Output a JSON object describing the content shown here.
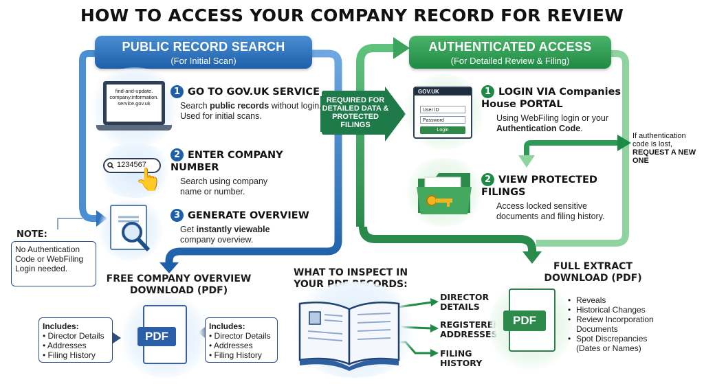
{
  "title": "HOW TO ACCESS YOUR COMPANY RECORD FOR REVIEW",
  "public": {
    "heading": "PUBLIC RECORD SEARCH",
    "subheading": "(For Initial Scan)",
    "steps": [
      {
        "num": "1",
        "title": "GO TO GOV.UK SERVICE",
        "desc_pre": "Search ",
        "desc_bold": "public records",
        "desc_post": " without login. Used for initial scans."
      },
      {
        "num": "2",
        "title": "ENTER COMPANY NUMBER",
        "desc_pre": "Search using company name or number.",
        "desc_bold": "",
        "desc_post": ""
      },
      {
        "num": "3",
        "title": "GENERATE OVERVIEW",
        "desc_pre": "Get ",
        "desc_bold": "instantly viewable",
        "desc_post": " company overview."
      }
    ],
    "laptop_url": "find-and-update. company.information. service.gov.uk",
    "search_value": "1234567",
    "note_title": "NOTE:",
    "note_text": "No Authentication Code or WebFiling Login needed.",
    "output_title": "FREE COMPANY OVERVIEW DOWNLOAD (PDF)",
    "includes_heading": "Includes:",
    "includes_items": [
      "Director Details",
      "Addresses",
      "Filing History"
    ],
    "pdf_label": "PDF"
  },
  "auth": {
    "heading": "AUTHENTICATED ACCESS",
    "subheading": "(For Detailed Review & Filing)",
    "required_text": "REQUIRED FOR DETAILED DATA & PROTECTED FILINGS",
    "steps": [
      {
        "num": "1",
        "title": "LOGIN VIA Companies House PORTAL",
        "desc_pre": "Using WebFiling login or your ",
        "desc_bold": "Authentication Code",
        "desc_post": "."
      },
      {
        "num": "2",
        "title": "VIEW PROTECTED FILINGS",
        "desc_pre": "Access locked sensitive documents and filing history.",
        "desc_bold": "",
        "desc_post": ""
      }
    ],
    "portal_header": "GOV.UK",
    "portal_user": "User ID",
    "portal_pass": "Password",
    "portal_login": "Login",
    "lost_text": "If authentication code is lost,",
    "lost_bold": "REQUEST A NEW ONE",
    "output_title": "FULL EXTRACT DOWNLOAD (PDF)",
    "pdf_label": "PDF",
    "list": [
      "Reveals",
      "Historical Changes",
      "Review Incorporation Documents",
      "Spot Discrepancies (Dates or Names)"
    ]
  },
  "inspect": {
    "title": "WHAT TO INSPECT IN YOUR PDF RECORDS:",
    "items": [
      "DIRECTOR DETAILS",
      "REGISTERED ADDRESSES",
      "FILING HISTORY"
    ]
  },
  "colors": {
    "blue": "#1d5fa8",
    "green": "#1f8a45",
    "dark_green": "#1e7a48"
  }
}
